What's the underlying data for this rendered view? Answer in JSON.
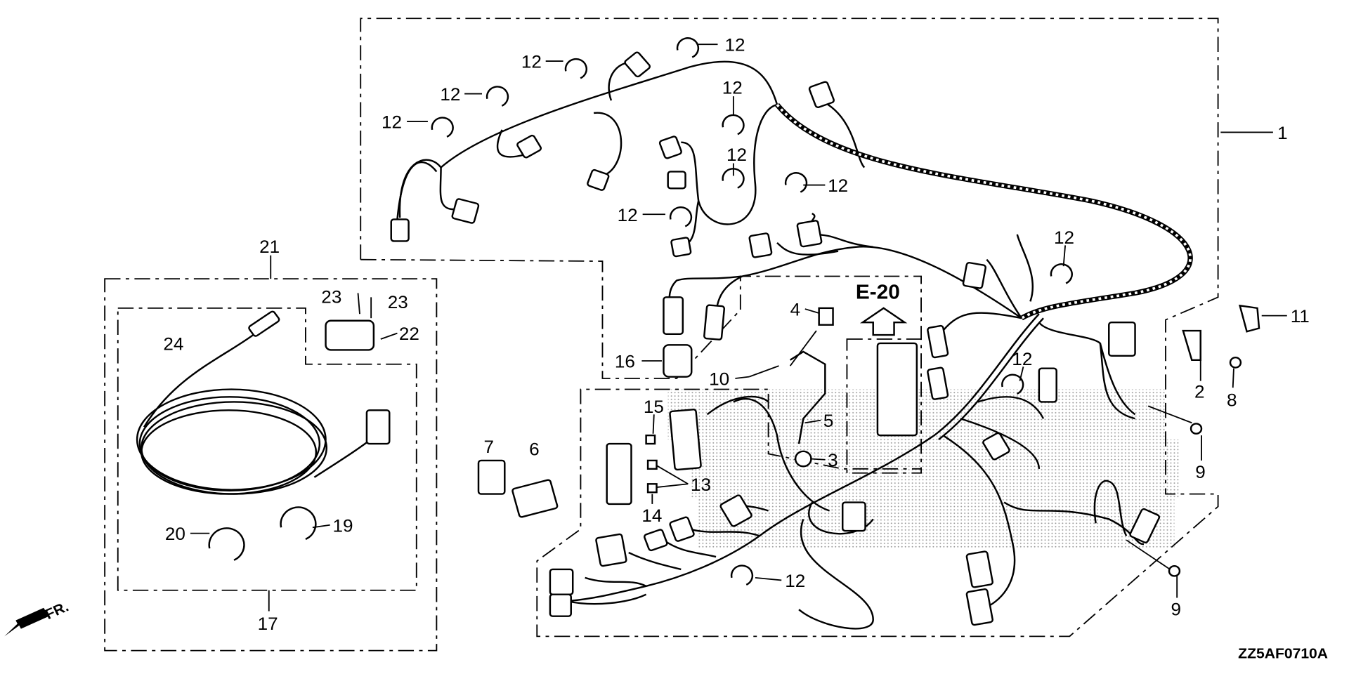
{
  "diagram": {
    "type": "exploded parts diagram - wire harness",
    "reference_code": "ZZ5AF0710A",
    "section_ref": "E-20",
    "direction_marker": "FR.",
    "colors": {
      "line": "#000000",
      "stipple": "#9a9a9a",
      "background": "#ffffff"
    },
    "callouts": {
      "c1": "1",
      "c2": "2",
      "c3": "3",
      "c4": "4",
      "c5": "5",
      "c6": "6",
      "c7": "7",
      "c8": "8",
      "c9a": "9",
      "c9b": "9",
      "c10": "10",
      "c11": "11",
      "c12a": "12",
      "c12b": "12",
      "c12c": "12",
      "c12d": "12",
      "c12e": "12",
      "c12f": "12",
      "c12g": "12",
      "c12h": "12",
      "c12i": "12",
      "c12j": "12",
      "c12k": "12",
      "c13": "13",
      "c14": "14",
      "c15": "15",
      "c16": "16",
      "c17": "17",
      "c19": "19",
      "c20": "20",
      "c21": "21",
      "c22": "22",
      "c23a": "23",
      "c23b": "23",
      "c24": "24"
    }
  }
}
